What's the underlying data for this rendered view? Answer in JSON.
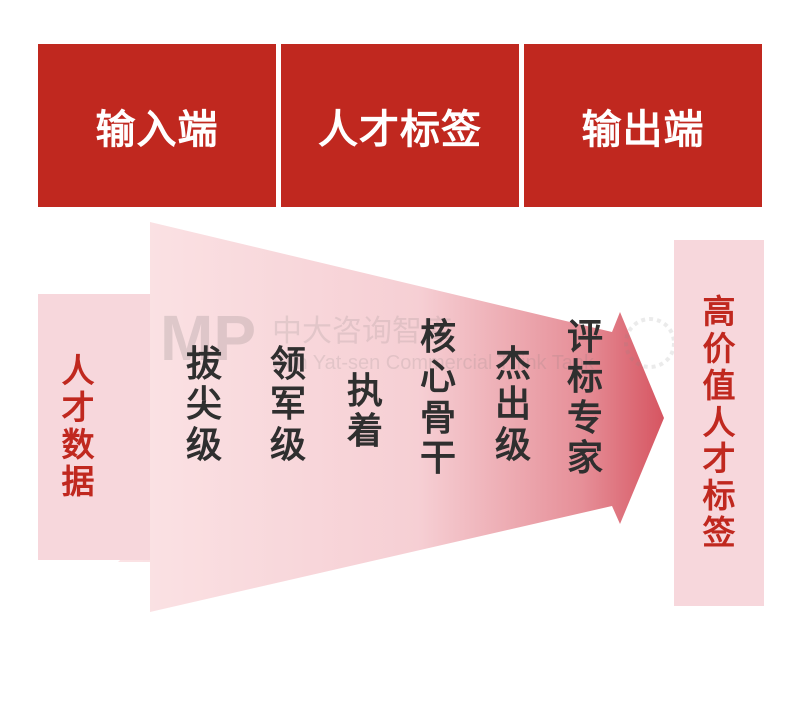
{
  "headers": [
    "输入端",
    "人才标签",
    "输出端"
  ],
  "input_label": [
    "人",
    "才",
    "数",
    "据"
  ],
  "stages": [
    [
      "拔",
      "尖",
      "级"
    ],
    [
      "领",
      "军",
      "级"
    ],
    [
      "执",
      "着"
    ],
    [
      "核",
      "心",
      "骨",
      "干"
    ],
    [
      "杰",
      "出",
      "级"
    ],
    [
      "评",
      "标",
      "专",
      "家"
    ]
  ],
  "output_label": [
    "高",
    "价",
    "值",
    "人",
    "才",
    "标",
    "签"
  ],
  "watermark": {
    "brand_cn": "中大咨询智库",
    "brand_en": "Sun Yat-sen Commercial Think Tank"
  },
  "colors": {
    "header_bg": "#c0281f",
    "accent": "#c0281f",
    "side_bg": "#f7d7dc",
    "text_dark": "#2f2f2f"
  }
}
